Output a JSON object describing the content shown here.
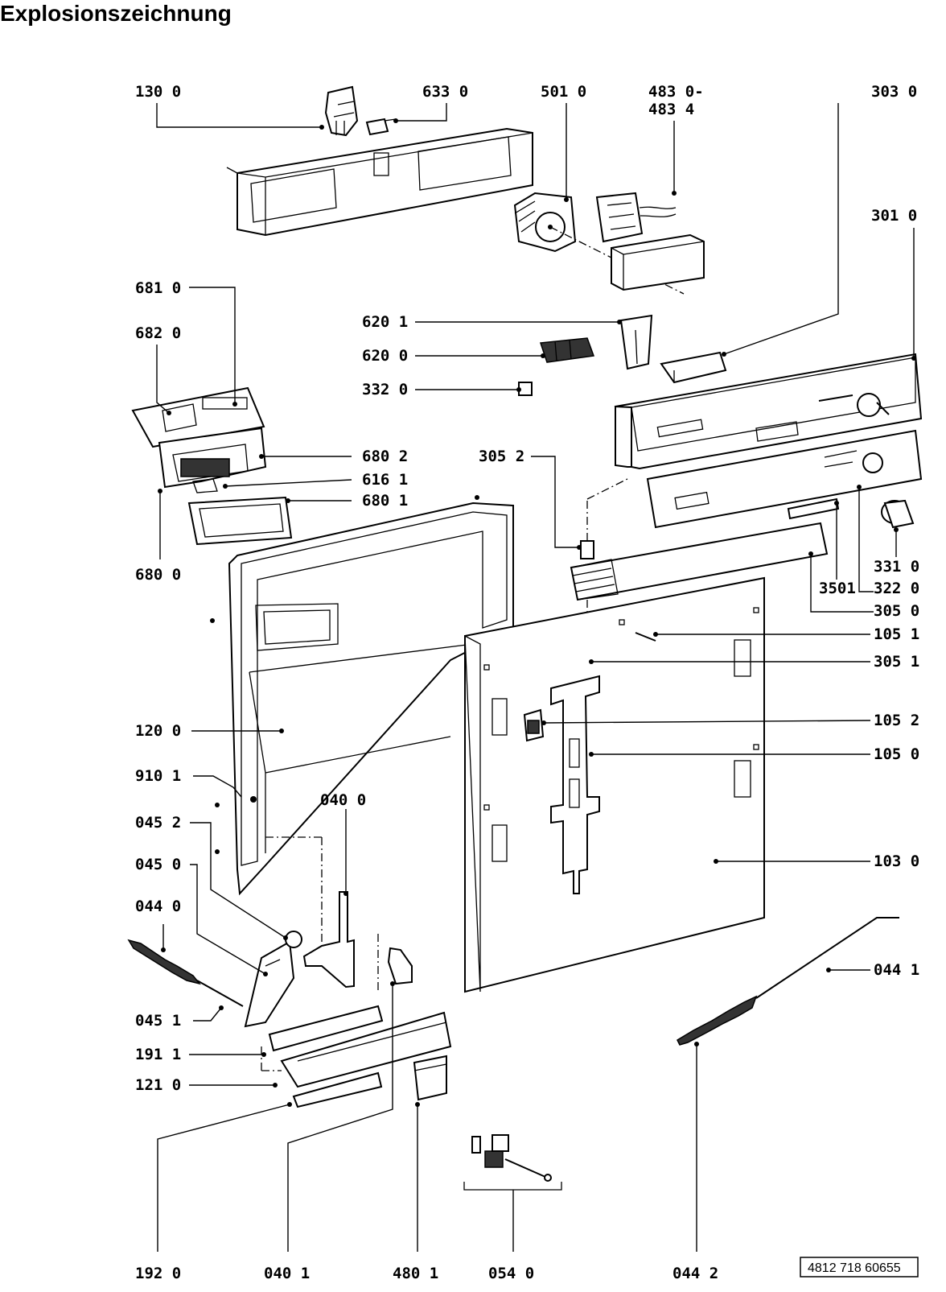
{
  "page": {
    "title": "Explosionszeichnung",
    "document_number": "4812 718 60655"
  },
  "labels": {
    "l1300": "130 0",
    "l6330": "633 0",
    "l5010": "501 0",
    "l4830": "483 0-",
    "l4834": "483 4",
    "l3030": "303 0",
    "l3010": "301 0",
    "l6810": "681 0",
    "l6820": "682 0",
    "l6201": "620 1",
    "l6200": "620 0",
    "l3320": "332 0",
    "l6802": "680 2",
    "l6161": "616 1",
    "l3052": "305 2",
    "l6801": "680 1",
    "l6800": "680 0",
    "l3310": "331 0",
    "l3501": "3501",
    "l3220": "322 0",
    "l3050": "305 0",
    "l1051": "105 1",
    "l3051": "305 1",
    "l1200": "120 0",
    "l1052": "105 2",
    "l1050": "105 0",
    "l9101": "910 1",
    "l0400": "040 0",
    "l0452": "045 2",
    "l0450": "045 0",
    "l1030": "103 0",
    "l0440": "044 0",
    "l0441": "044 1",
    "l0451": "045 1",
    "l1911": "191 1",
    "l1210": "121 0",
    "l1920": "192 0",
    "l0401": "040 1",
    "l4801": "480 1",
    "l0540": "054 0",
    "l0442": "044 2"
  }
}
